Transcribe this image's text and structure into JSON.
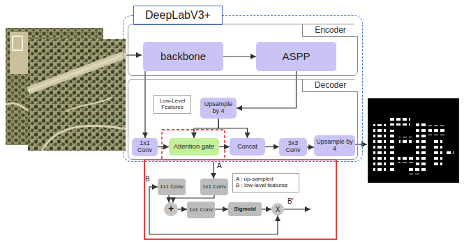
{
  "diagram": {
    "nodes": [
      {
        "text": [
          "DeepLabV3+"
        ]
      },
      {
        "text": [
          "Encoder"
        ],
        "in": 0
      },
      {
        "text": [
          "backbone"
        ],
        "in": 1
      },
      {
        "text": [
          "ASPP"
        ],
        "in": 1
      },
      {
        "text": [
          "Decoder"
        ],
        "in": 0
      },
      {
        "text": [
          "Low-Level Features"
        ],
        "in": 4
      },
      {
        "text": [
          "Upsample by 4"
        ],
        "in": 4
      },
      {
        "text": [
          "1x1 Conv"
        ],
        "in": 4
      },
      {
        "text": [
          "Attention gate"
        ],
        "in": 4
      },
      {
        "text": [
          "Concat"
        ],
        "in": 4
      },
      {
        "text": [
          "3x3 Conv"
        ],
        "in": 4
      },
      {
        "text": [
          "Upsample by 4"
        ],
        "in": 4
      },
      {
        "text": [
          "1x1 Conv"
        ]
      },
      {
        "text": [
          "1x1 Conv"
        ]
      },
      {
        "text": [
          "A : up-sampled",
          "B : low-level features"
        ]
      },
      {
        "text": [
          "+"
        ]
      },
      {
        "text": [
          "1x1 Conv"
        ]
      },
      {
        "text": [
          "Sigmoid"
        ]
      },
      {
        "text": [
          "X"
        ]
      }
    ],
    "edges": [
      {
        "from": 2,
        "to": 3,
        "arrow": "to"
      },
      {
        "from": 3,
        "to": 6,
        "arrow": "to"
      },
      {
        "from": 2,
        "to": 7,
        "arrow": "to"
      },
      {
        "from": 6,
        "to": 8,
        "arrow": "to"
      },
      {
        "from": 6,
        "to": 9,
        "arrow": "to"
      },
      {
        "from": 7,
        "to": 8,
        "arrow": "to"
      },
      {
        "from": 8,
        "to": 9,
        "arrow": "to"
      },
      {
        "from": 9,
        "to": 10,
        "arrow": "to"
      },
      {
        "from": 10,
        "to": 11,
        "arrow": "to"
      },
      {
        "from": 12,
        "to": 15,
        "arrow": "to"
      },
      {
        "from": 13,
        "to": 15,
        "arrow": "to"
      },
      {
        "from": 15,
        "to": 16,
        "arrow": "to"
      },
      {
        "from": 16,
        "to": 17,
        "arrow": "to"
      },
      {
        "from": 17,
        "to": 18,
        "arrow": "to"
      }
    ],
    "labels": [
      "A",
      "B",
      "B'"
    ]
  }
}
